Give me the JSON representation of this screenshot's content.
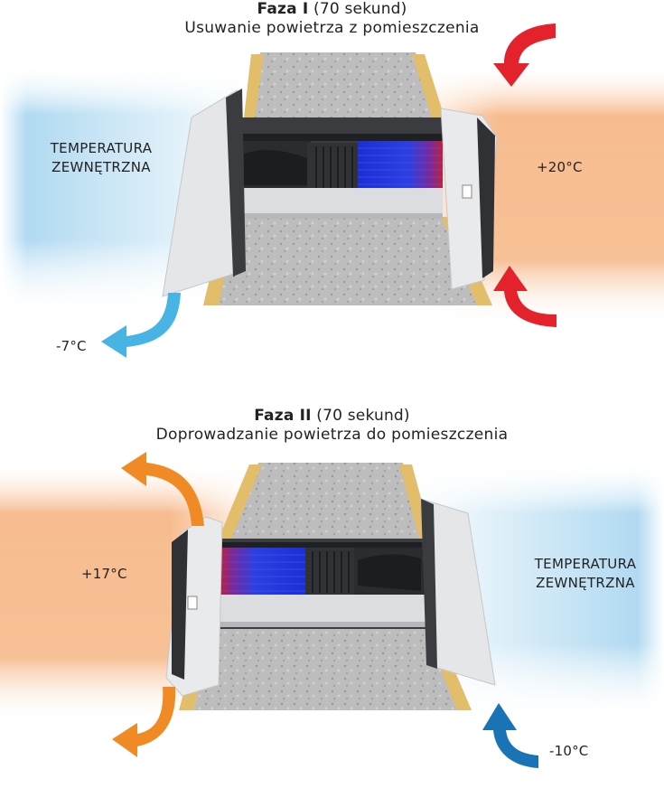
{
  "phase1": {
    "title_bold": "Faza I",
    "title_rest": " (70 sekund)",
    "subtitle": "Usuwanie powietrza z pomieszczenia",
    "outside_label_line1": "TEMPERATURA",
    "outside_label_line2": "ZEWNĘTRZNA",
    "inside_temp": "+20°C",
    "exhaust_temp": "-7°C",
    "inside_arrow_color": "#e3222b",
    "outside_arrow_color": "#47b4e4"
  },
  "phase2": {
    "title_bold": "Faza II",
    "title_rest": " (70 sekund)",
    "subtitle": "Doprowadzanie powietrza do pomieszczenia",
    "outside_label_line1": "TEMPERATURA",
    "outside_label_line2": "ZEWNĘTRZNA",
    "inside_temp": "+17°C",
    "intake_temp": "-10°C",
    "inside_arrow_color": "#f08a24",
    "outside_arrow_color": "#1a73b5"
  },
  "colors": {
    "warm_glow": "#f6b98a",
    "cold_glow": "#a9d6f0",
    "concrete": "#b8b8b8",
    "insulation": "#e2bd6a",
    "casing": "#e4e6e8",
    "fan_dark": "#2a2c30",
    "heat_exchanger": "#2a3bd0"
  }
}
